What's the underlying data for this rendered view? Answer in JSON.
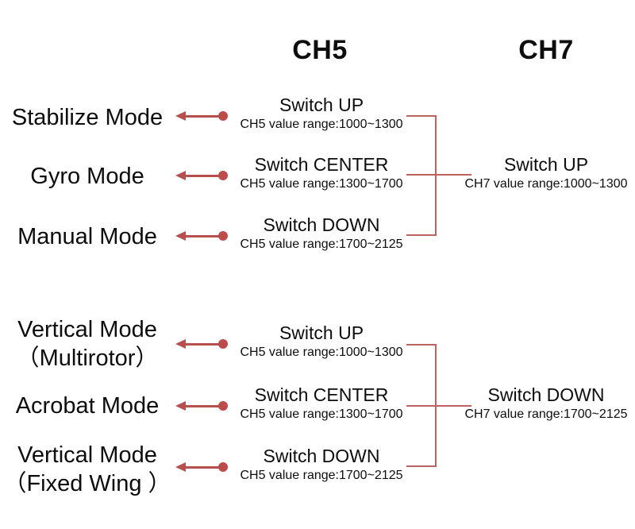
{
  "headers": {
    "ch5": "CH5",
    "ch7": "CH7"
  },
  "colors": {
    "accent_red": "#b6504e",
    "bracket_red": "#bc6262",
    "dot_red": "#bc4b4b",
    "text": "#0d0d0d",
    "background": "#ffffff"
  },
  "groups": [
    {
      "ch7": {
        "title": "Switch UP",
        "range": "CH7 value range:1000~1300"
      },
      "rows": [
        {
          "mode_line1": "Stabilize Mode",
          "mode_line2": "",
          "switch_title": "Switch UP",
          "switch_range": "CH5 value range:1000~1300"
        },
        {
          "mode_line1": "Gyro Mode",
          "mode_line2": "",
          "switch_title": "Switch CENTER",
          "switch_range": "CH5 value range:1300~1700"
        },
        {
          "mode_line1": "Manual Mode",
          "mode_line2": "",
          "switch_title": "Switch DOWN",
          "switch_range": "CH5 value range:1700~2125"
        }
      ]
    },
    {
      "ch7": {
        "title": "Switch DOWN",
        "range": "CH7 value range:1700~2125"
      },
      "rows": [
        {
          "mode_line1": "Vertical Mode",
          "mode_line2": "（Multirotor）",
          "switch_title": "Switch UP",
          "switch_range": "CH5 value range:1000~1300"
        },
        {
          "mode_line1": "Acrobat Mode",
          "mode_line2": "",
          "switch_title": "Switch CENTER",
          "switch_range": "CH5 value range:1300~1700"
        },
        {
          "mode_line1": "Vertical Mode",
          "mode_line2": "（Fixed Wing ）",
          "switch_title": "Switch DOWN",
          "switch_range": "CH5 value range:1700~2125"
        }
      ]
    }
  ]
}
